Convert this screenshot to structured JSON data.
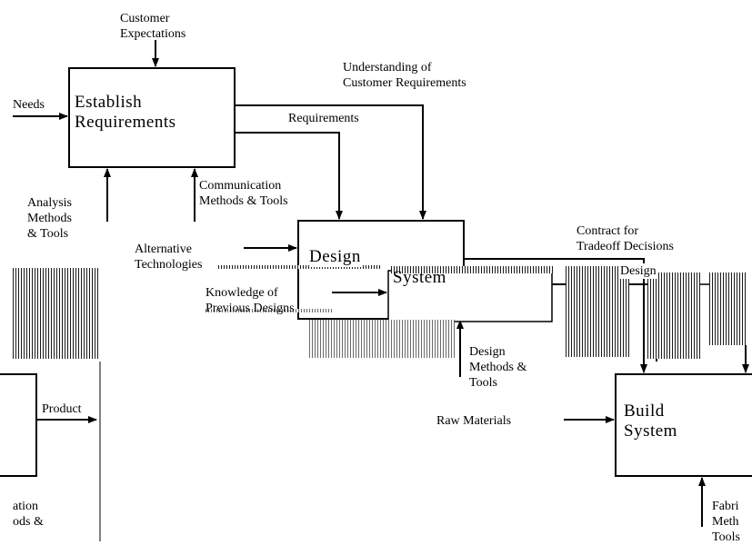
{
  "boxes": {
    "establish": {
      "line1": "Establish",
      "line2": "Requirements"
    },
    "design": {
      "line1": "Design",
      "line2": "System"
    },
    "build": {
      "line1": "Build",
      "line2": "System"
    }
  },
  "labels": {
    "customer_expectations": "Customer\nExpectations",
    "needs": "Needs",
    "understanding": "Understanding of\nCustomer Requirements",
    "requirements": "Requirements",
    "analysis": "Analysis\nMethods\n& Tools",
    "communication": "Communication\nMethods & Tools",
    "alternative_tech": "Alternative\nTechnologies",
    "knowledge": "Knowledge of\nPrevious Designs",
    "contract": "Contract for\nTradeoff Decisions",
    "design_clip": "Design",
    "design_methods": "Design\nMethods &\nTools",
    "product": "Product",
    "raw_materials": "Raw Materials",
    "left_cut": "ation\nods &",
    "fabri_cut": "Fabri\nMeth\nTools"
  }
}
